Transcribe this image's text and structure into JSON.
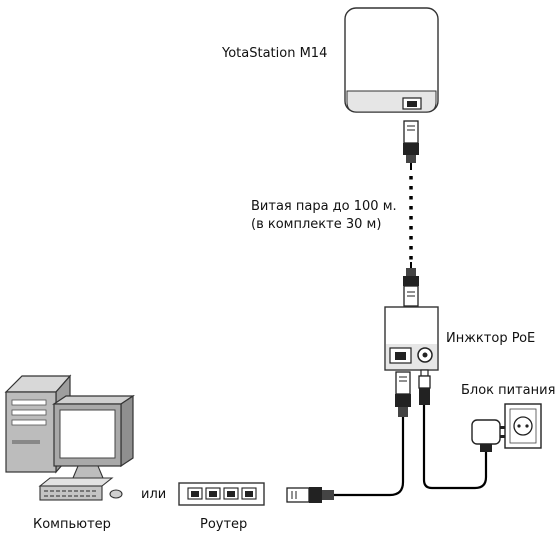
{
  "labels": {
    "device": "YotaStation M14",
    "cable_line1": "Витая пара до 100 м.",
    "cable_line2": "(в комплекте 30 м)",
    "injector": "Инжктор PoE",
    "power_supply": "Блок питания",
    "computer": "Компьютер",
    "or": "или",
    "router": "Роутер"
  }
}
